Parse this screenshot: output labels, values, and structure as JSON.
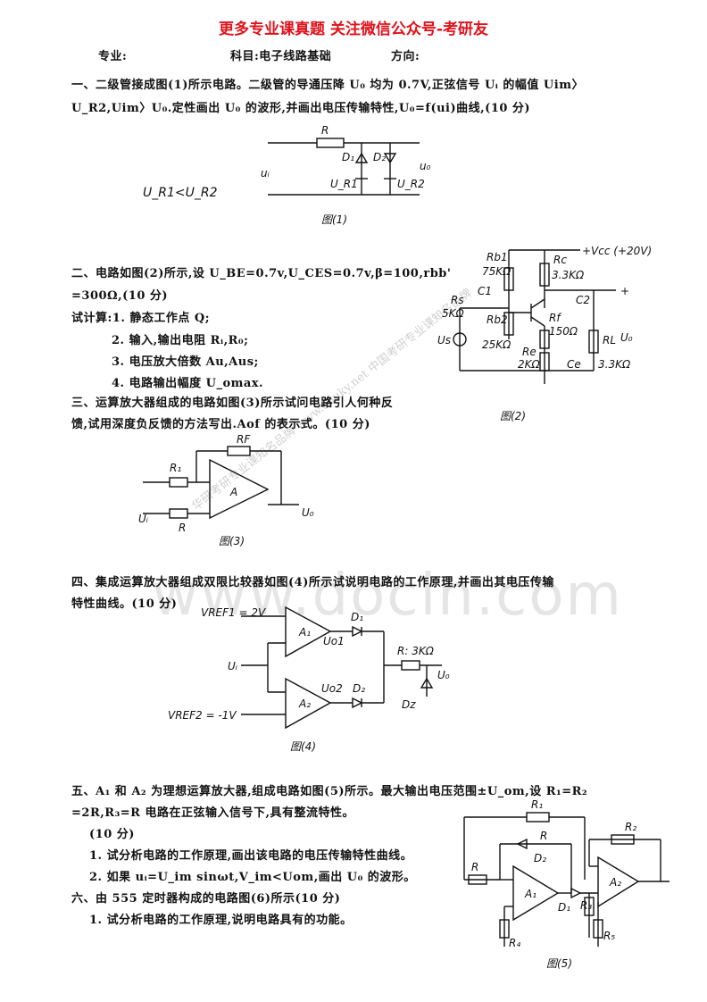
{
  "banner": "更多专业课真题 关注微信公众号-考研友",
  "header": {
    "major": "专业:",
    "subject": "科目:电子线路基础",
    "direction": "方向:"
  },
  "q1": {
    "line1": "一、二级管接成图(1)所示电路。二级管的导通压降 U₀ 均为 0.7V,正弦信号 Uᵢ 的幅值 Uim〉",
    "line2": "U_R2,Uim〉U₀.定性画出 U₀ 的波形,并画出电压传输特性,U₀=f(ui)曲线,(10 分)",
    "fig": {
      "r": "R",
      "d1": "D₁",
      "d2": "D₂",
      "ui": "uᵢ",
      "uo": "u₀",
      "ur1": "U_R1",
      "ur2": "U_R2",
      "condition": "U_R1<U_R2",
      "caption": "图(1)"
    }
  },
  "q2": {
    "line1": "二、电路如图(2)所示,设 U_BE=0.7v,U_CES=0.7v,β=100,rbb'",
    "line2": "=300Ω,(10 分)",
    "intro": "试计算:1. 静态工作点 Q;",
    "items": [
      "2. 输入,输出电阻 Rᵢ,R₀;",
      "3. 电压放大倍数 Au,Aus;",
      "4. 电路输出幅度 U_omax."
    ],
    "fig": {
      "rb1": "Rb1",
      "rb1v": "75KΩ",
      "rc": "Rc",
      "rcv": "3.3KΩ",
      "vcc": "+Vcc (+20V)",
      "rs": "Rs",
      "rsv": "5KΩ",
      "c1": "C1",
      "c2": "C2",
      "rb2": "Rb2",
      "rb2v": "25KΩ",
      "rf": "Rf",
      "rfv": "150Ω",
      "re": "Re",
      "rev": "2KΩ",
      "ce": "Ce",
      "rl": "RL",
      "rlv": "3.3KΩ",
      "us": "Us",
      "uo": "U₀",
      "plus": "+",
      "caption": "图(2)"
    }
  },
  "q3": {
    "line1": "三、运算放大器组成的电路如图(3)所示试问电路引人何种反",
    "line2": "馈,试用深度负反馈的方法写出.Aof 的表示式。(10 分)",
    "fig": {
      "rf": "RF",
      "r1": "R₁",
      "r": "R",
      "a": "A",
      "ui": "Uᵢ",
      "uo": "U₀",
      "caption": "图(3)"
    }
  },
  "q4": {
    "line1": "四、集成运算放大器组成双限比较器如图(4)所示试说明电路的工作原理,并画出其电压传输",
    "line2": "特性曲线。(10 分)",
    "fig": {
      "vref1": "VREF1 = 2V",
      "vref2": "VREF2 = -1V",
      "a1": "A₁",
      "a2": "A₂",
      "uo1": "Uo1",
      "uo2": "Uo2",
      "d1": "D₁",
      "d2": "D₂",
      "dz": "Dz",
      "r": "R: 3KΩ",
      "ui": "Uᵢ",
      "uo": "U₀",
      "caption": "图(4)"
    }
  },
  "q5": {
    "line1": "五、A₁ 和 A₂ 为理想运算放大器,组成电路如图(5)所示。最大输出电压范围±U_om,设 R₁=R₂",
    "line2": "=2R,R₃=R 电路在正弦输入信号下,具有整流特性。",
    "score": "(10 分)",
    "items": [
      "1. 试分析电路的工作原理,画出该电路的电压传输特性曲线。",
      "2. 如果 uᵢ=U_im sinωt,V_im<Uom,画出 U₀ 的波形。"
    ],
    "fig": {
      "r1": "R₁",
      "r2": "R₂",
      "r": "R",
      "r_in": "R",
      "r3": "R₃",
      "r4": "R₄",
      "r5": "R₅",
      "d1": "D₁",
      "d2": "D₂",
      "a1": "A₁",
      "a2": "A₂",
      "caption": "图(5)"
    }
  },
  "q6": {
    "line1": "六、由 555 定时器构成的电路图(6)所示(10 分)",
    "item1": "1. 试分析电路的工作原理,说明电路具有的功能。"
  },
  "watermark": {
    "site": "www.docin.com",
    "diag": "华研考研专业课知名品牌 www.eduky.net 中国考研专业课知名品牌"
  }
}
